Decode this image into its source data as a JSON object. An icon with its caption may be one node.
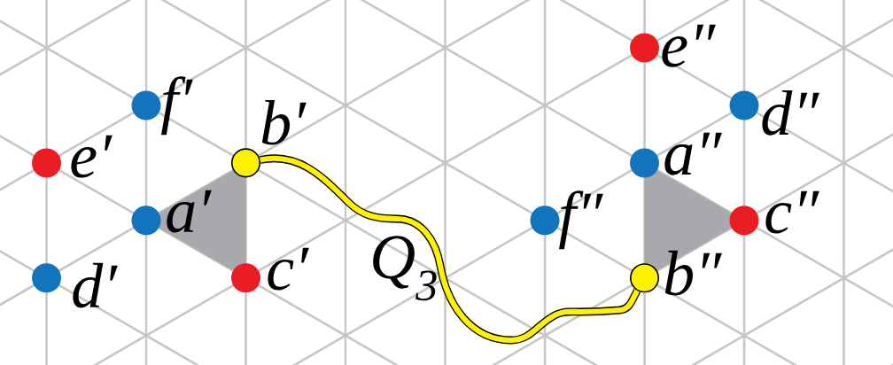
{
  "diagram": {
    "nodes": [
      {
        "text": [],
        "shape": "circle",
        "beside": [
          "f′"
        ]
      },
      {
        "text": [],
        "shape": "circle",
        "beside": [
          "e′"
        ]
      },
      {
        "text": [],
        "shape": "circle",
        "beside": [
          "b′"
        ]
      },
      {
        "text": [],
        "shape": "circle",
        "beside": [
          "a′"
        ]
      },
      {
        "text": [],
        "shape": "circle",
        "beside": [
          "d′"
        ]
      },
      {
        "text": [],
        "shape": "circle",
        "beside": [
          "c′"
        ]
      },
      {
        "text": [],
        "shape": "circle",
        "beside": [
          "e″"
        ]
      },
      {
        "text": [],
        "shape": "circle",
        "beside": [
          "d″"
        ]
      },
      {
        "text": [],
        "shape": "circle",
        "beside": [
          "a″"
        ]
      },
      {
        "text": [],
        "shape": "circle",
        "beside": [
          "f″"
        ]
      },
      {
        "text": [],
        "shape": "circle",
        "beside": [
          "c″"
        ]
      },
      {
        "text": [],
        "shape": "circle",
        "beside": [
          "b″"
        ]
      }
    ],
    "edges": [
      {
        "from": 2,
        "to": 11,
        "arrow": "none",
        "label": "Q$_{3}$",
        "color": "#fff200"
      }
    ]
  }
}
